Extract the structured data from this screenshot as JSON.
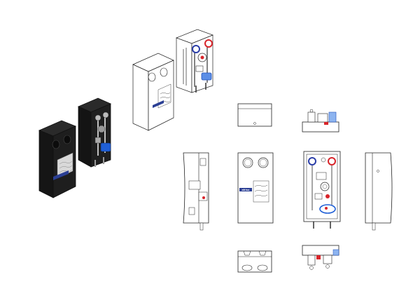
{
  "brand": {
    "label": "afriso",
    "color": "#2b3f94"
  },
  "colors": {
    "outline": "#222222",
    "dark_housing": "#1c1c1c",
    "dark_housing_edge": "#3a3a3a",
    "pump_blue": "#1f5fd6",
    "valve_red": "#d8242a",
    "valve_blue": "#2b3ea8",
    "panel_white": "#ffffff"
  },
  "views": [
    {
      "name": "isometric-dark-closed"
    },
    {
      "name": "isometric-dark-open"
    },
    {
      "name": "isometric-white-cover"
    },
    {
      "name": "isometric-white-open"
    },
    {
      "name": "view-top-cover"
    },
    {
      "name": "view-top-unit"
    },
    {
      "name": "view-left-side"
    },
    {
      "name": "view-front-closed"
    },
    {
      "name": "view-front-open"
    },
    {
      "name": "view-right-side"
    },
    {
      "name": "view-bottom-cover"
    },
    {
      "name": "view-bottom-unit"
    }
  ]
}
